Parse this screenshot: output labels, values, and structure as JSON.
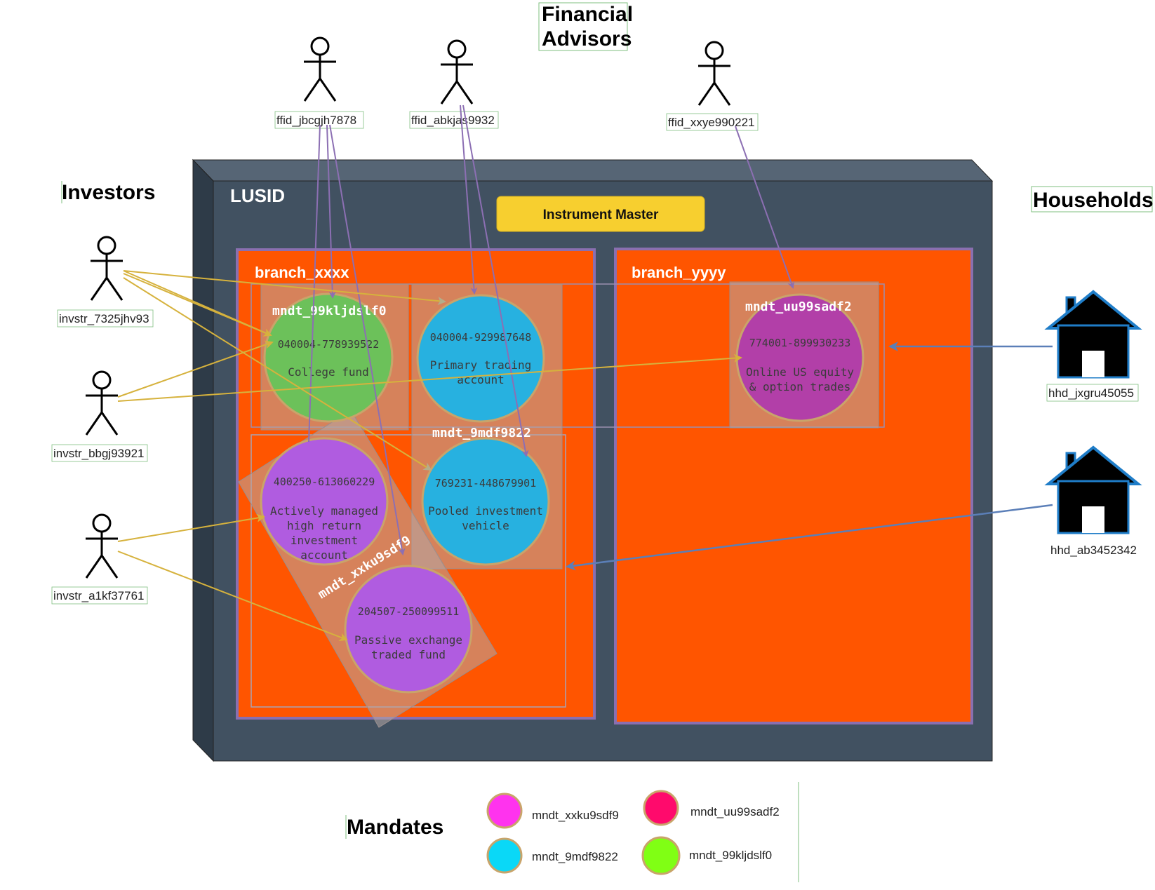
{
  "headers": {
    "financial_advisors_line1": "Financial",
    "financial_advisors_line2": "Advisors",
    "investors": "Investors",
    "households": "Households",
    "mandates": "Mandates"
  },
  "lusid": {
    "title": "LUSID",
    "instrument_master": "Instrument Master"
  },
  "branches": [
    {
      "name": "branch_xxxx"
    },
    {
      "name": "branch_yyyy"
    }
  ],
  "advisors": [
    {
      "id": "ffid_jbcgjh7878"
    },
    {
      "id": "ffid_abkjas9932"
    },
    {
      "id": "ffid_xxye990221"
    }
  ],
  "investors": [
    {
      "id": "invstr_7325jhv93"
    },
    {
      "id": "invstr_bbgj93921"
    },
    {
      "id": "invstr_a1kf37761"
    }
  ],
  "households": [
    {
      "id": "hhd_jxgru45055"
    },
    {
      "id": "hhd_ab3452342"
    }
  ],
  "mandates": [
    {
      "id": "mndt_99kljdslf0"
    },
    {
      "id": "mndt_9mdf9822"
    },
    {
      "id": "mndt_xxku9sdf9"
    },
    {
      "id": "mndt_uu99sadf2"
    }
  ],
  "accounts": [
    {
      "number": "040004-778939522",
      "desc_lines": [
        "College fund"
      ],
      "color": "#6cc15a"
    },
    {
      "number": "040004-929987648",
      "desc_lines": [
        "Primary trading",
        "account"
      ],
      "color": "#27b1e0"
    },
    {
      "number": "400250-613060229",
      "desc_lines": [
        "Actively managed",
        "high return",
        "investment",
        "account"
      ],
      "color": "#b05ce0"
    },
    {
      "number": "769231-448679901",
      "desc_lines": [
        "Pooled investment",
        "vehicle"
      ],
      "color": "#27b1e0"
    },
    {
      "number": "204507-250099511",
      "desc_lines": [
        "Passive exchange",
        "traded fund"
      ],
      "color": "#b05ce0"
    },
    {
      "number": "774001-899930233",
      "desc_lines": [
        "Online US equity",
        "& option trades"
      ],
      "color": "#b23fa8"
    }
  ],
  "legend": [
    {
      "label": "mndt_xxku9sdf9",
      "color": "#ff33ee"
    },
    {
      "label": "mndt_uu99sadf2",
      "color": "#ff0a6c"
    },
    {
      "label": "mndt_9mdf9822",
      "color": "#0ad8f7"
    },
    {
      "label": "mndt_99kljdslf0",
      "color": "#80ff14"
    }
  ],
  "colors": {
    "lusid_box": "#415161",
    "lusid_box_dark": "#2e3b48",
    "branch_fill": "#ff5500",
    "branch_border": "#8a6fb0",
    "mandate_overlay": "#a8a0a0",
    "instrument_master": "#f7cf2f",
    "advisor_arrow": "#8c6fb3",
    "investor_arrow": "#d6b23d",
    "household_arrow": "#5b7fb8",
    "house_fill": "#000000",
    "house_outline": "#1f7dc8"
  }
}
